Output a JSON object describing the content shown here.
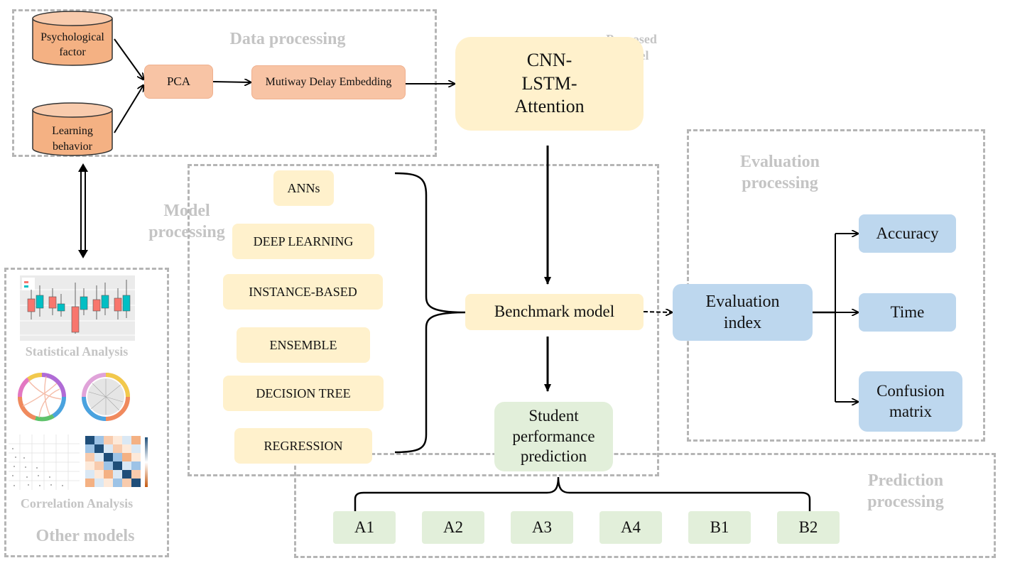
{
  "data_processing": {
    "label": "Data processing",
    "sources": [
      "Psychological factor",
      "Learning behavior"
    ],
    "pca": "PCA",
    "embedding": "Mutiway Delay Embedding"
  },
  "proposed": {
    "label": "Proposed Model",
    "model": "CNN-LSTM-Attention"
  },
  "model_processing": {
    "label": "Model processing",
    "methods": [
      "ANNs",
      "DEEP LEARNING",
      "INSTANCE-BASED",
      "ENSEMBLE",
      "DECISION TREE",
      "REGRESSION"
    ],
    "benchmark": "Benchmark model",
    "prediction": "Student performance prediction"
  },
  "evaluation": {
    "label": "Evaluation processing",
    "index": "Evaluation index",
    "metrics": [
      "Accuracy",
      "Time",
      "Confusion matrix"
    ]
  },
  "prediction_processing": {
    "label": "Prediction processing",
    "classes": [
      "A1",
      "A2",
      "A3",
      "A4",
      "B1",
      "B2"
    ]
  },
  "other_models": {
    "label": "Other models",
    "statistical": "Statistical Analysis",
    "correlation": "Correlation Analysis"
  }
}
